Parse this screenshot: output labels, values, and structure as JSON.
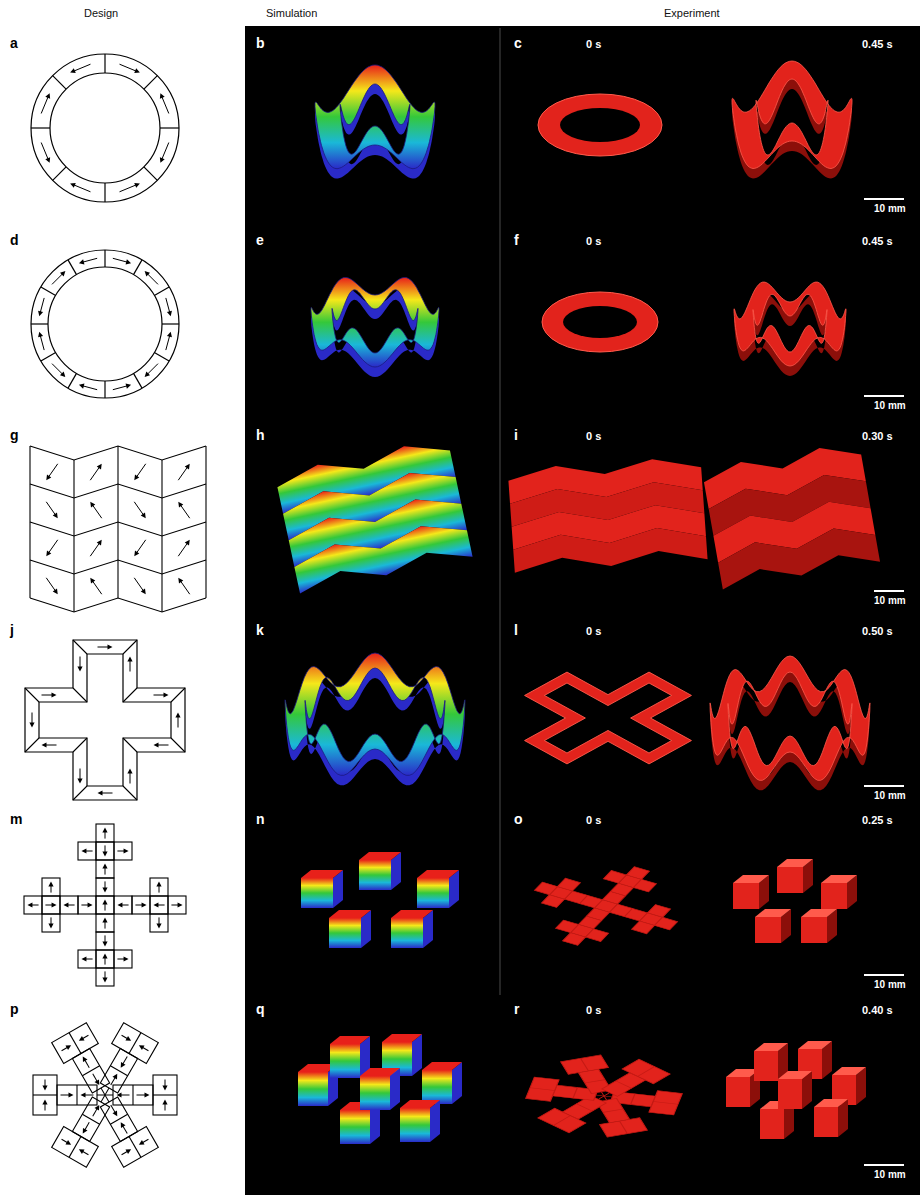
{
  "diagram": {
    "labels": [
      "Design",
      "Simulation",
      "Experiment",
      "a",
      "b",
      "c",
      "0 s",
      "0.45 s",
      "10 mm",
      "d",
      "e",
      "f",
      "0 s",
      "0.45 s",
      "10 mm",
      "g",
      "h",
      "i",
      "0 s",
      "0.30 s",
      "10 mm",
      "j",
      "k",
      "l",
      "0 s",
      "0.50 s",
      "10 mm",
      "m",
      "n",
      "o",
      "0 s",
      "0.25 s",
      "10 mm",
      "p",
      "q",
      "r",
      "0 s",
      "0.40 s",
      "10 mm"
    ]
  }
}
